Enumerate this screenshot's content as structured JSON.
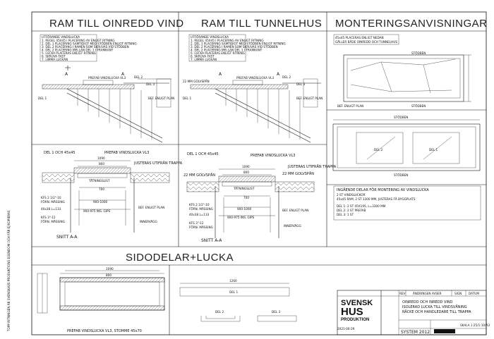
{
  "headers": {
    "oinredd": "RAM TILL OINREDD VIND",
    "tunnelhus": "RAM TILL TUNNELHUS",
    "montering": "MONTERINGSANVISNINGAR",
    "sidodelar": "SIDODELAR+LUCKA"
  },
  "notes_left": [
    "UTFÖRANDE VINDSLUCKA",
    "1. REGEL 45X45 I PLACERING AV ENLIGT RITNING",
    "2. DEL 1 PLACERING SAMTIDIGT MED STÖDBEN ENLIGT RITNING",
    "3. DEL 2 PLACERING I RAMEN SOM SKRUVAS VID STÖDBEN",
    "4. DEL 2 PLACERING MELLAN DEL 1 I FRAMKANT",
    "5. LUCKA PLACERAS ENLIGT RITNING",
    "6. SKRUVA FAST",
    "7. LIMMA LUCKAN"
  ],
  "notes_mid": [
    "UTFÖRANDE VINDSLUCKA",
    "1. REGEL 45X45 I PLACERING AV ENLIGT RITNING",
    "2. DEL 1 PLACERING SAMTIDIGT MED STÖDBEN ENLIGT RITNING",
    "3. DEL 2 PLACERING I RAMEN SOM SKRUVAS VID STÖDBEN",
    "4. DEL 2 PLACERING MELLAN DEL 1 I FRAMKANT",
    "5. LUCKA PLACERAS ENLIGT RITNING",
    "6. SKRUVA FAST",
    "7. LIMMA LUCKAN"
  ],
  "montering_notes": [
    "45x45 PLACERAS ENLIGT NEDAN",
    "GÄLLER BÅDE OINREDD OCH TUNNELHUS"
  ],
  "labels": {
    "stodben": "STÖDBEN",
    "del1": "DEL 1",
    "del2": "DEL 2",
    "del3": "DEL 3",
    "del1_45": "DEL 1 OCH 45x45",
    "prefab_vl3": "PREFAB VINDSLUCKA VL3",
    "justeras": "JUSTERAS UTIFRÅN TRAPPA",
    "tatningslist": "TÄTNINGSLIST",
    "dim1090": "1090",
    "dim800": "800",
    "dim700": "700",
    "dim900_1000": "900-1000",
    "dim900_975": "900-975 INS. GIPS",
    "kfs": "KFS 2 1/2\"-10",
    "fornmassing": "FÖRN. MÄSSING",
    "dim40x38": "40x38 L=133",
    "kfs3": "KFS 3\"-12",
    "bef_plan": "BEF. ENLIGT PLAN",
    "innervagg": "INNERVÄGG",
    "snitt": "SNITT A-A",
    "golvspan": "22 MM GOLVSPÅN",
    "section_a": "A",
    "prefab_caption": "PREFAB VINDSLUCKA VL3, STOMME 45x70",
    "dim1090b": "1090",
    "dim800b": "800",
    "dim1260": "1260",
    "ingaende_title": "INGÅENDE DELAR FÖR MONTERING AV VINDSLUCKA",
    "ingaende_lines": [
      "2 ST VINDSLUCKOR",
      "45x45 RAM, 2 ST 3300 MM, JUSTERAS FÅ BYGGPLATS",
      "DEL 1: 2 ST 45X195, L=3300 MM",
      "DEL 2: 2 ST PREFAB",
      "DEL 3: 1 ST"
    ]
  },
  "title_block": {
    "company_line1": "SVENSK",
    "company_line2": "HUS",
    "company_line3": "PRODUKTION",
    "title_lines": [
      "OINREDD OCH INREDD VIND",
      "ISOLERAD LUCKA TILL VINDSVÅNING",
      "RÄCKE OCH HANDLEDARE TILL TRAPPA"
    ],
    "date": "2021-06-29",
    "system": "SYSTEM 2012",
    "scale": "SKALA 1:25/1:10/A3",
    "rev_header": "ÄNDRINGEN AVSER",
    "rev": "REV",
    "sign": "SIGN",
    "datum": "DATUM"
  },
  "side_text": "TOPP RITNINGEN ÄR SVENSKHUS PRODUKTIONS EGENDOM OCH FÅR EJ KOPIERAS"
}
